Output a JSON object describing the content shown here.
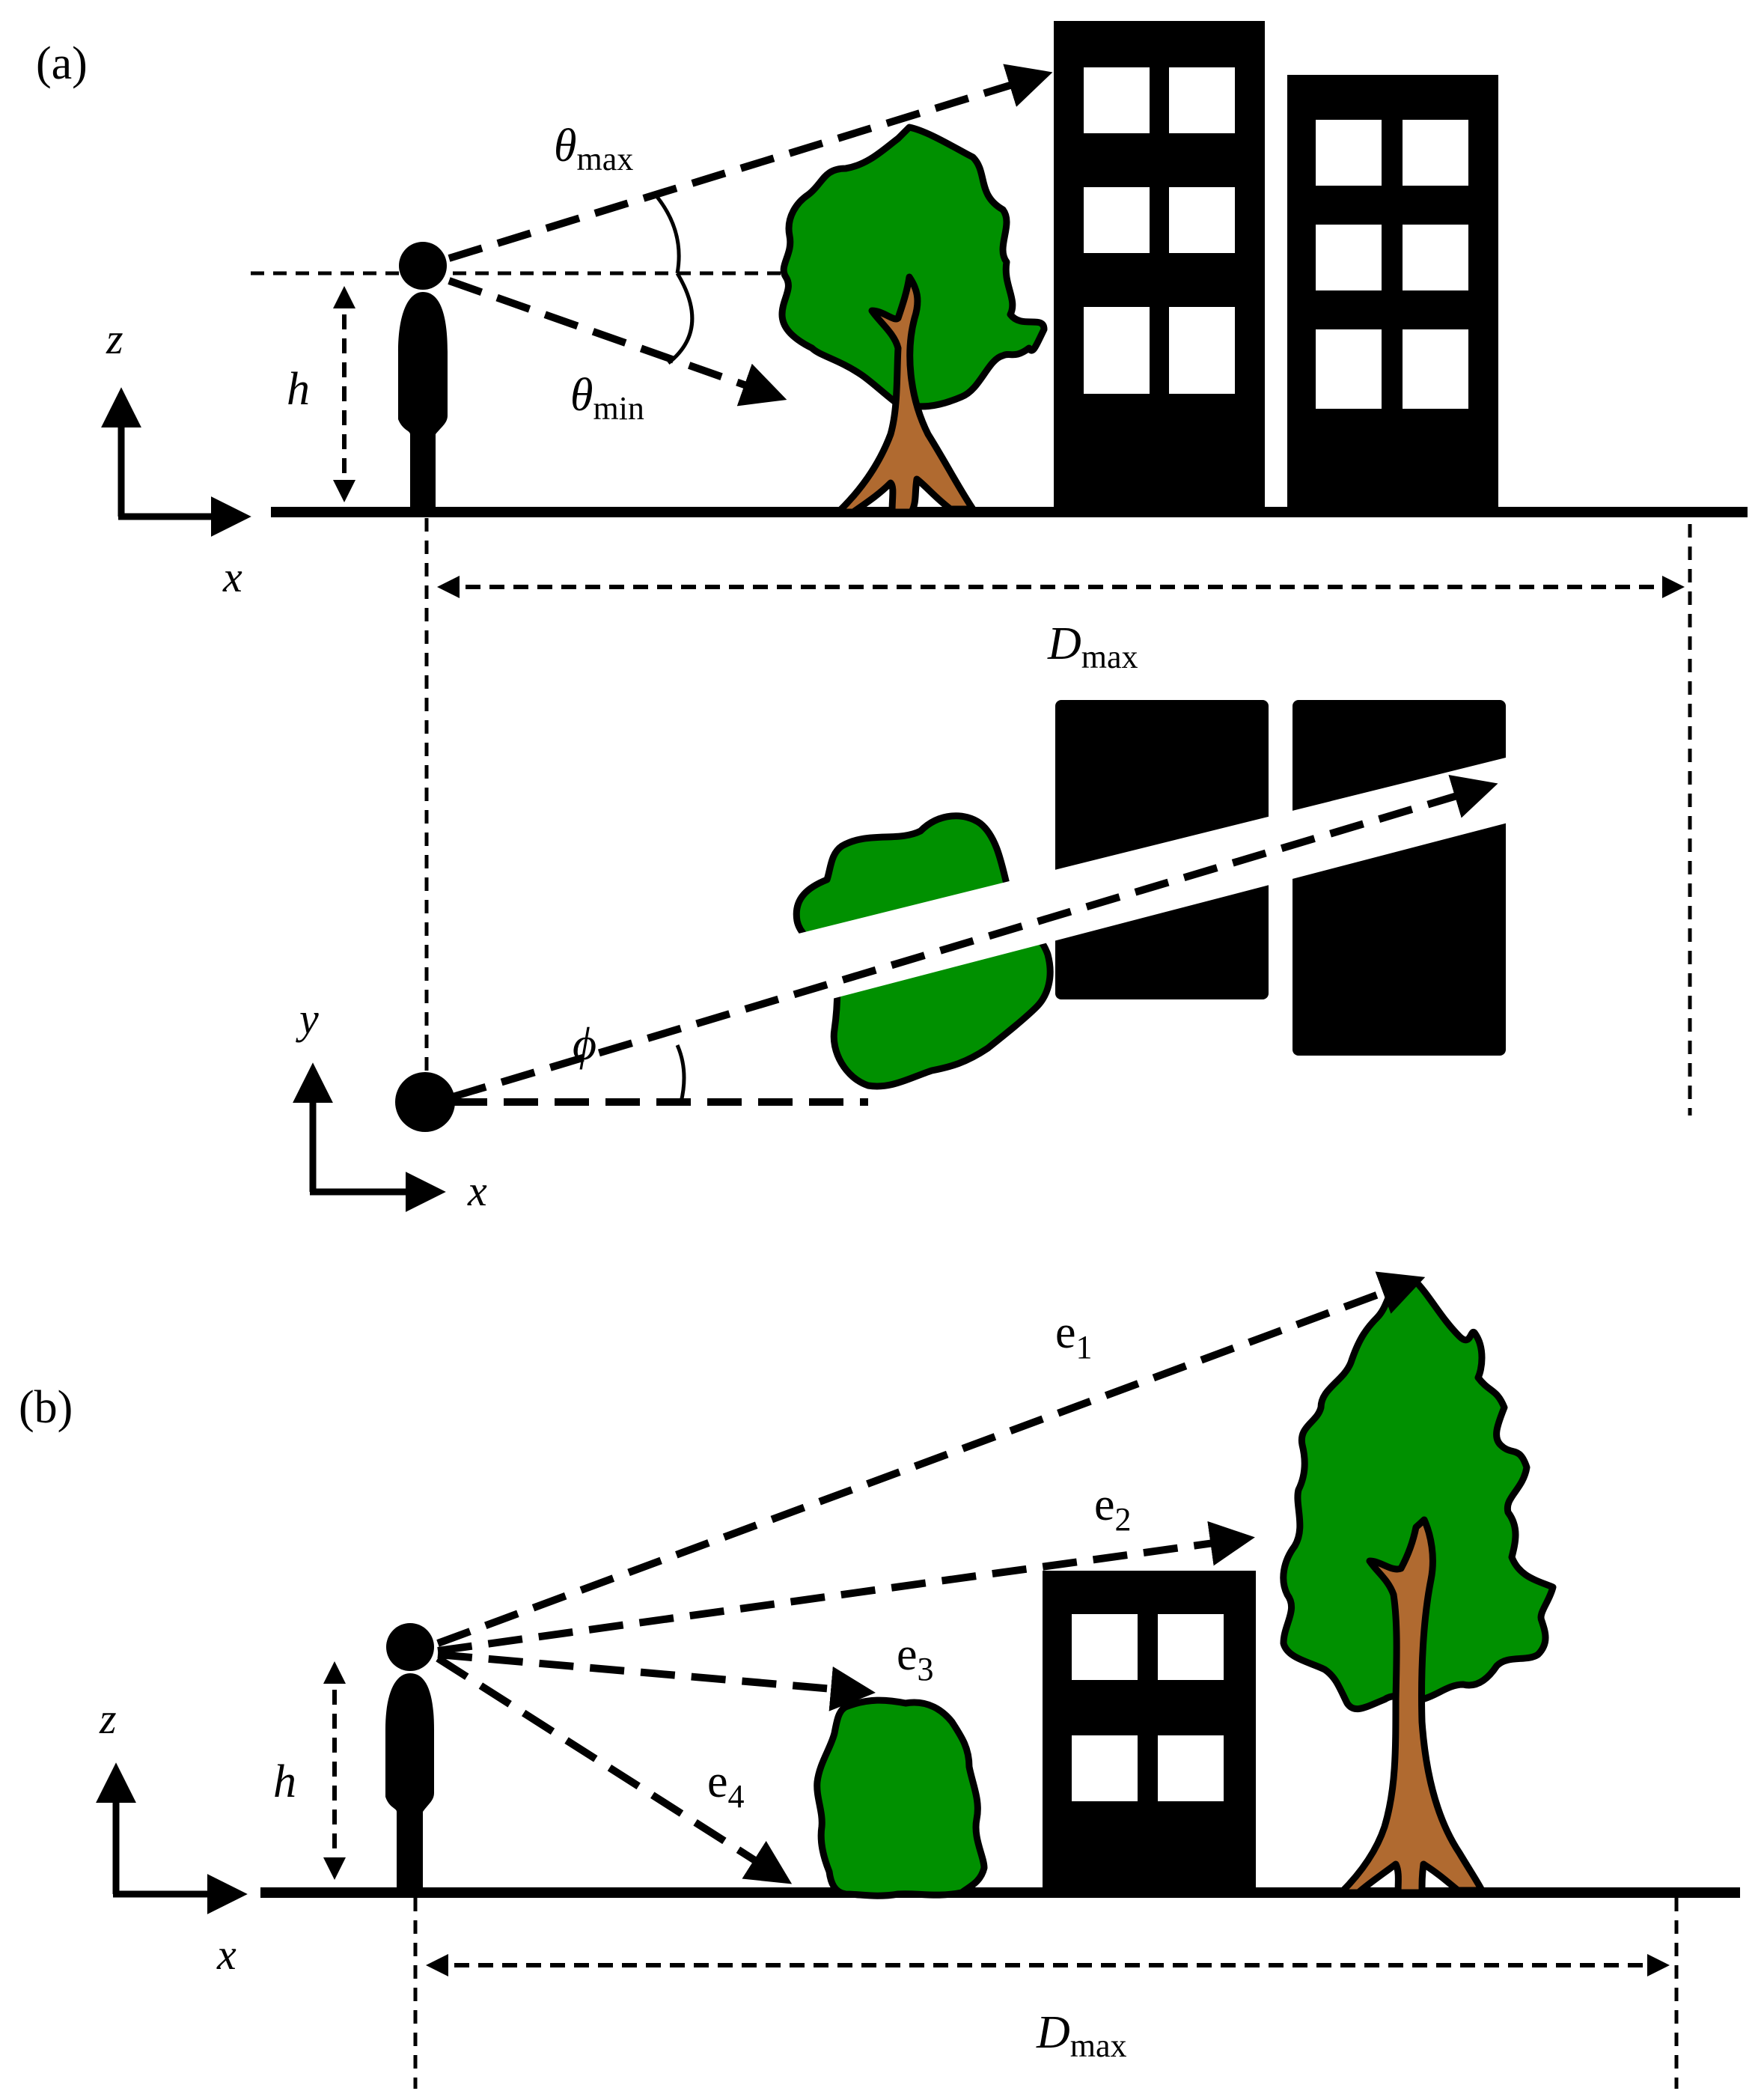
{
  "panel_a": {
    "label": "(a)",
    "theta_max": {
      "symbol": "θ",
      "sub": "max"
    },
    "theta_min": {
      "symbol": "θ",
      "sub": "min"
    },
    "h": "h",
    "axis_z": "z",
    "axis_x_side": "x",
    "dmax": {
      "symbol": "D",
      "sub": "max"
    },
    "axis_y": "y",
    "axis_x_top": "x",
    "phi": "ϕ"
  },
  "panel_b": {
    "label": "(b)",
    "e1": {
      "symbol": "e",
      "sub": "1"
    },
    "e2": {
      "symbol": "e",
      "sub": "2"
    },
    "e3": {
      "symbol": "e",
      "sub": "3"
    },
    "e4": {
      "symbol": "e",
      "sub": "4"
    },
    "h": "h",
    "axis_z": "z",
    "axis_x": "x",
    "dmax": {
      "symbol": "D",
      "sub": "max"
    }
  },
  "colors": {
    "foliage": "#009000",
    "trunk": "#b06a30",
    "ink": "#000000",
    "paper": "#ffffff"
  }
}
